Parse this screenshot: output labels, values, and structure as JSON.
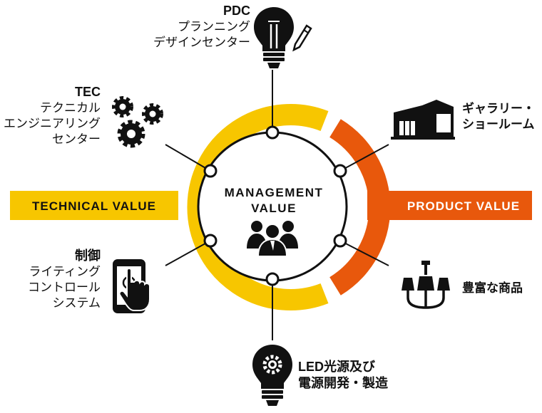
{
  "center": {
    "line1": "MANAGEMENT",
    "line2": "VALUE",
    "icon": "people-group-icon"
  },
  "bars": {
    "left": "TECHNICAL VALUE",
    "right": "PRODUCT VALUE"
  },
  "colors": {
    "yellow": "#F7C600",
    "orange": "#E8580C",
    "dark": "#111111",
    "white": "#ffffff"
  },
  "nodes": {
    "pdc": {
      "title": "PDC",
      "lines": [
        "プランニング",
        "デザインセンター"
      ],
      "icon": "lightbulb-pencil-icon"
    },
    "tec": {
      "title": "TEC",
      "lines": [
        "テクニカル",
        "エンジニアリング",
        "センター"
      ],
      "icon": "gears-icon"
    },
    "control": {
      "title": "制御",
      "lines": [
        "ライティング",
        "コントロール",
        "システム"
      ],
      "icon": "smartphone-touch-icon"
    },
    "led": {
      "lines": [
        "LED光源及び",
        "電源開発・製造"
      ],
      "icon": "lightbulb-gear-icon"
    },
    "gallery": {
      "lines": [
        "ギャラリー・",
        "ショールーム"
      ],
      "icon": "building-icon"
    },
    "products": {
      "lines": [
        "豊富な商品"
      ],
      "icon": "chandelier-icon"
    }
  }
}
